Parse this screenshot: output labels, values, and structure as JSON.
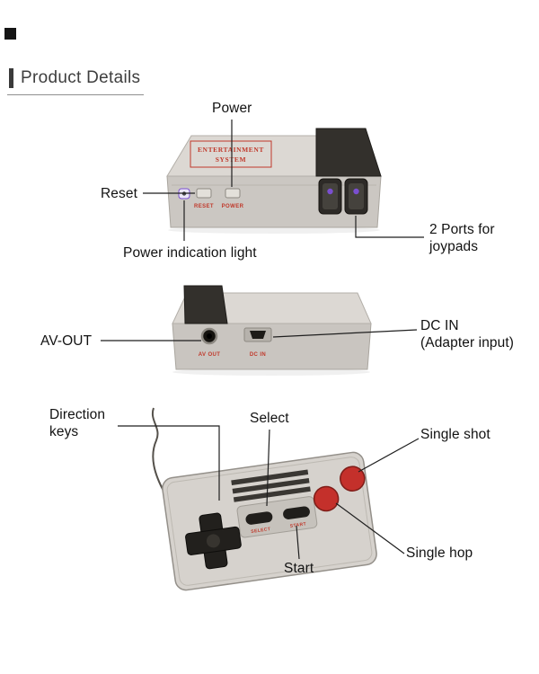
{
  "page": {
    "title": "Product Details"
  },
  "console_front": {
    "brand_line1": "ENTERTAINMENT",
    "brand_line2": "SYSTEM",
    "reset_button": "RESET",
    "power_button": "POWER",
    "annotations": {
      "power": "Power",
      "reset": "Reset",
      "power_light": "Power indication light",
      "ports": "2 Ports for\njoypads"
    }
  },
  "console_back": {
    "av_out_port": "AV OUT",
    "dc_in_port": "DC IN",
    "annotations": {
      "av_out": "AV-OUT",
      "dc_in": "DC IN\n(Adapter input)"
    }
  },
  "controller": {
    "select_button": "SELECT",
    "start_button": "START",
    "annotations": {
      "direction_keys": "Direction\nkeys",
      "select": "Select",
      "single_shot": "Single shot",
      "start": "Start",
      "single_hop": "Single hop"
    }
  },
  "colors": {
    "background": "#ffffff",
    "console_body": "#dcd8d3",
    "console_face": "#cbc7c2",
    "dark_block": "#33302c",
    "brand_red": "#c0392b",
    "button_red": "#c4302b",
    "annotation_purple": "#7a4fd0",
    "annotation_line": "#1f1f1f"
  }
}
